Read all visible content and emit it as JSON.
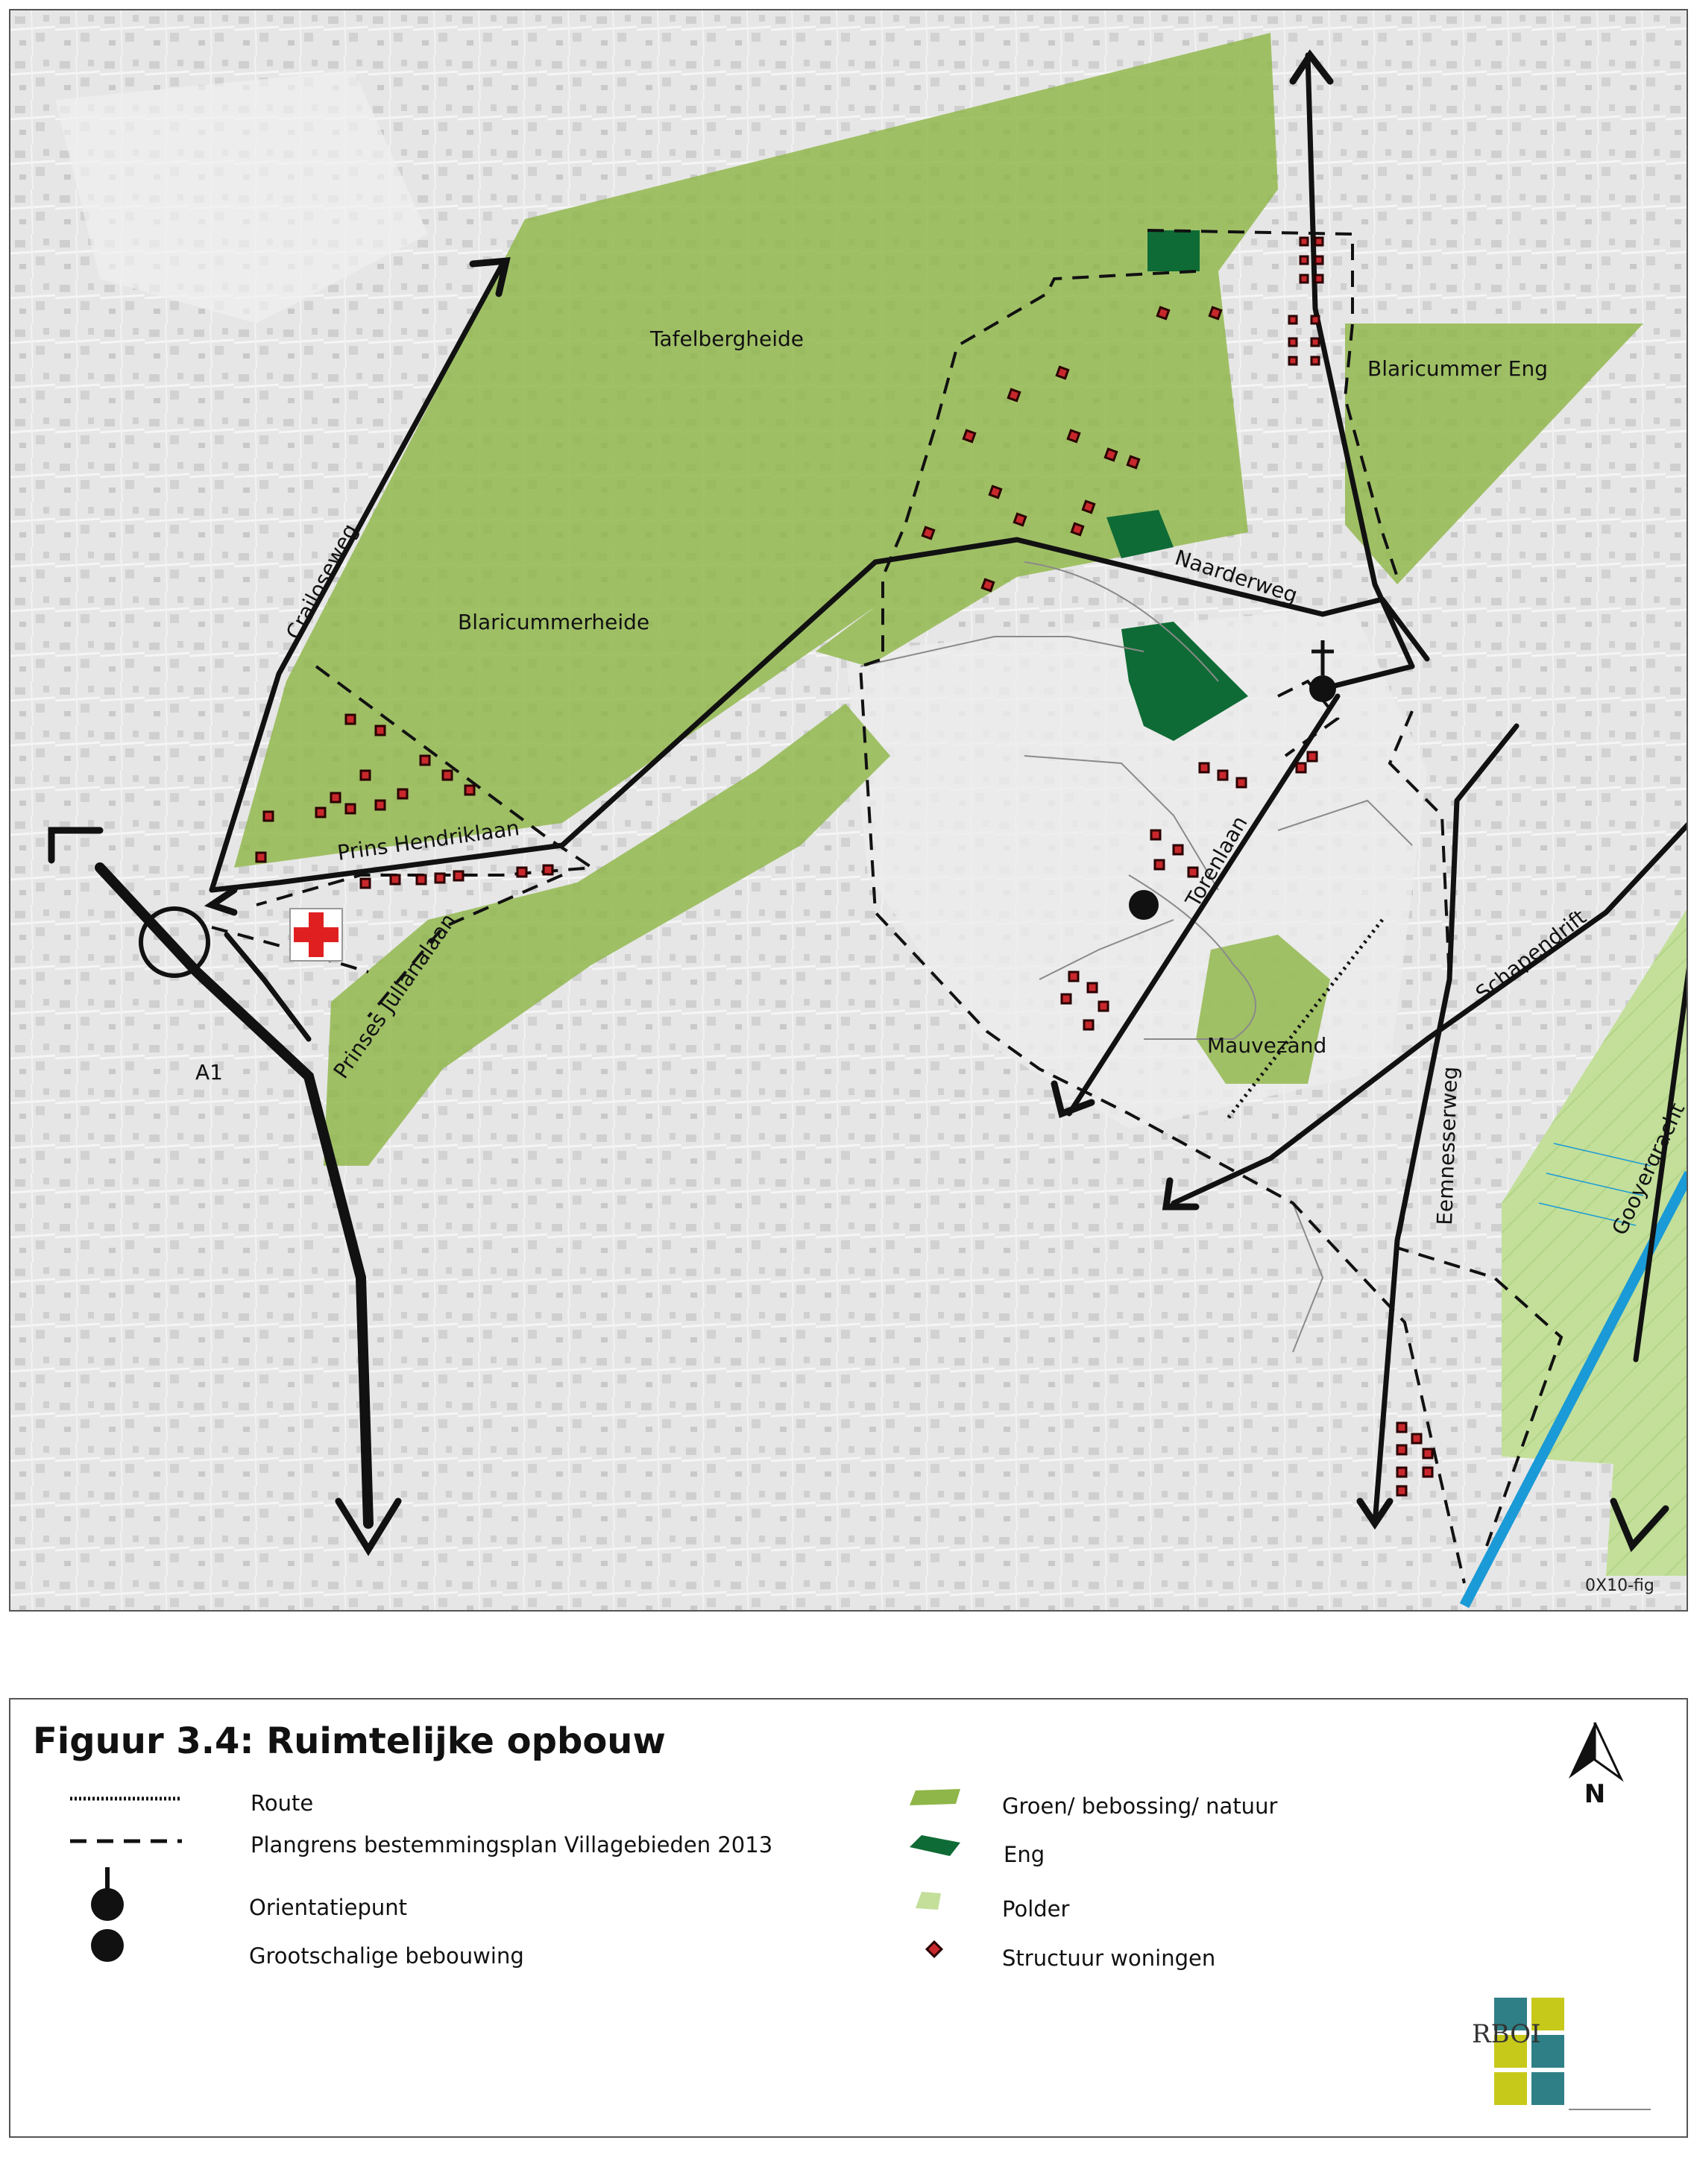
{
  "map": {
    "place_labels": {
      "tafelbergheide": "Tafelbergheide",
      "blaricummer_eng": "Blaricummer Eng",
      "blaricummerheide": "Blaricummerheide",
      "mauvezand": "Mauvezand",
      "a1": "A1"
    },
    "road_labels": {
      "crailoseweg": "Crailoseweg",
      "naarderweg": "Naarderweg",
      "prins_hendriklaan": "Prins Hendriklaan",
      "prinses_julianalaan": "Prinses Julianalaan",
      "torenlaan": "Torenlaan",
      "schapendrift": "Schapendrift",
      "eemnesserweg": "Eemnesserweg",
      "gooyergracht": "Gooyergracht"
    },
    "figure_code": "0X10-fig"
  },
  "legend": {
    "title": "Figuur 3.4: Ruimtelijke opbouw",
    "items": {
      "route": "Route",
      "plangrens": "Plangrens bestemmingsplan Villagebieden 2013",
      "orientatiepunt": "Orientatiepunt",
      "grootschalige": "Grootschalige bebouwing",
      "groen": "Groen/ bebossing/ natuur",
      "eng": "Eng",
      "polder": "Polder",
      "structuur": "Structuur woningen"
    },
    "north_label": "N",
    "logo_text": "RBOI"
  },
  "colors": {
    "groen": "#8fb648",
    "eng": "#0f6b35",
    "polder": "#c3df9a",
    "house": "#c8282c",
    "canal": "#1a9ad6",
    "cross": "#e02020"
  },
  "icons": {
    "hospital": "red-cross-icon",
    "church": "church-cross-icon",
    "north": "north-arrow-icon"
  }
}
